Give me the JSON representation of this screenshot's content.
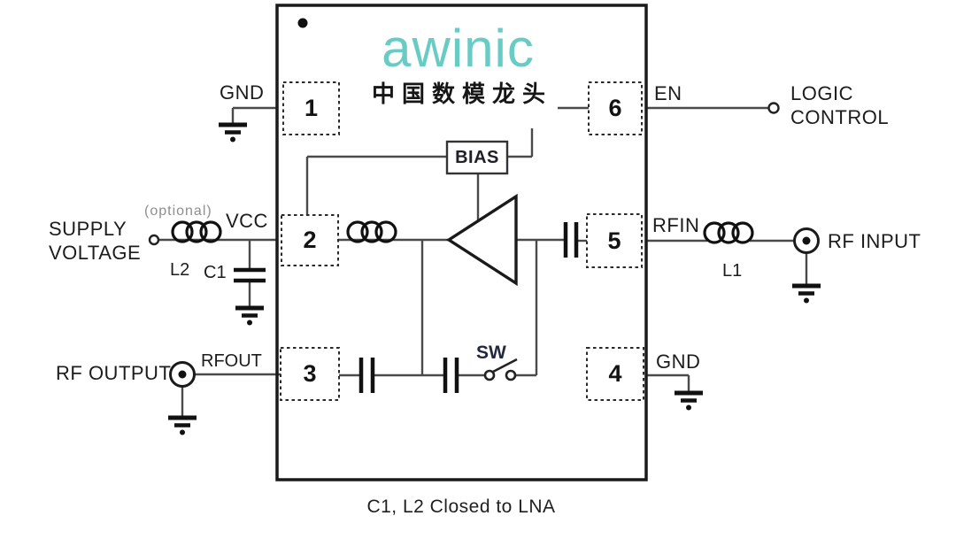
{
  "colors": {
    "logo_teal": "#69ccc4",
    "line_black": "#222222"
  },
  "logo": {
    "brand": "awinic",
    "tagline": "中国数模龙头"
  },
  "pins": [
    {
      "label": "1"
    },
    {
      "label": "2"
    },
    {
      "label": "3"
    },
    {
      "label": "4"
    },
    {
      "label": "5"
    },
    {
      "label": "6"
    }
  ],
  "blocks": {
    "bias": "BIAS",
    "switch": "SW"
  },
  "left_labels": {
    "gnd": "GND",
    "supply_line1": "SUPPLY",
    "supply_line2": "VOLTAGE",
    "optional": "(optional)",
    "vcc": "VCC",
    "l2": "L2",
    "c1": "C1",
    "rf_output": "RF OUTPUT",
    "rfout": "RFOUT"
  },
  "right_labels": {
    "en": "EN",
    "logic_line1": "LOGIC",
    "logic_line2": "CONTROL",
    "rfin": "RFIN",
    "l1": "L1",
    "rf_input": "RF INPUT",
    "gnd": "GND"
  },
  "caption": "C1, L2 Closed to LNA"
}
